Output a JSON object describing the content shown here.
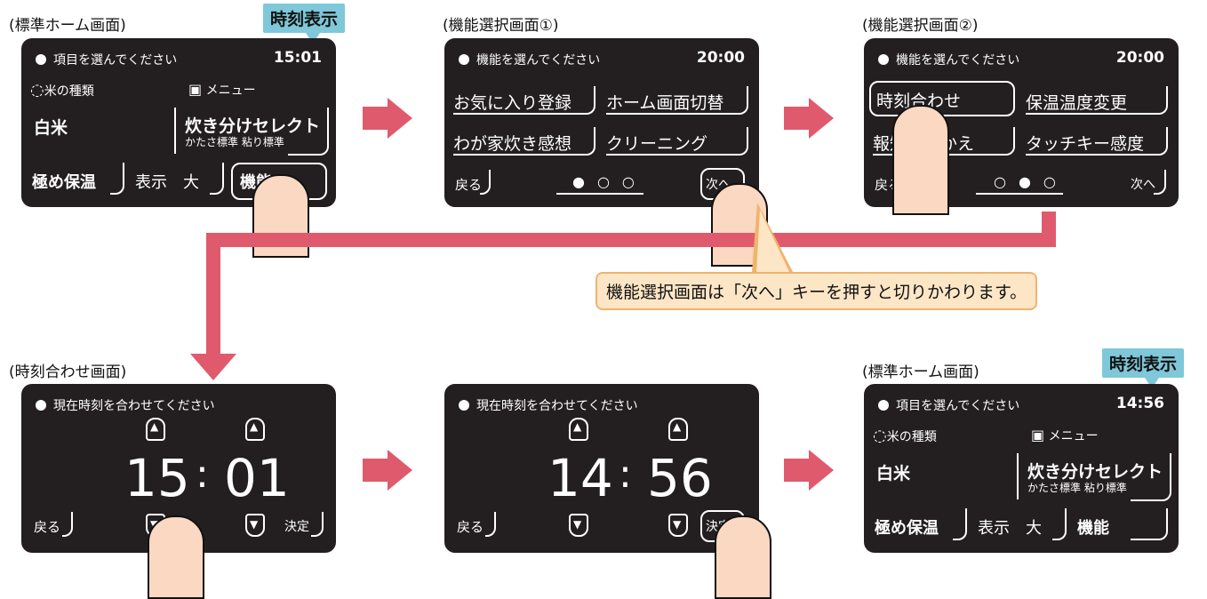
{
  "panels": {
    "home1": {
      "caption": "(標準ホーム画面)",
      "header": "項目を選んでください",
      "time": "15:01",
      "rice_label": "米の種類",
      "menu_label": "メニュー",
      "rice": "白米",
      "select": "炊き分けセレクト",
      "select_sub": "かたさ標準 粘り標準",
      "keep": "極め保温",
      "display": "表示　大",
      "func": "機能"
    },
    "func1": {
      "caption": "(機能選択画面①)",
      "header": "機能を選んでください",
      "time": "20:00",
      "b1": "お気に入り登録",
      "b2": "ホーム画面切替",
      "b3": "わが家炊き感想",
      "b4": "クリーニング",
      "back": "戻る",
      "next": "次へ"
    },
    "func2": {
      "caption": "(機能選択画面②)",
      "header": "機能を選んでください",
      "time": "20:00",
      "b1": "時刻合わせ",
      "b2": "保温温度変更",
      "b3": "報知切りかえ",
      "b4": "タッチキー感度",
      "back": "戻る",
      "next": "次へ"
    },
    "clock1": {
      "caption": "(時刻合わせ画面)",
      "header": "現在時刻を合わせてください",
      "hh": "15",
      "mm": "01",
      "back": "戻る",
      "ok": "決定"
    },
    "clock2": {
      "header": "現在時刻を合わせてください",
      "hh": "14",
      "mm": "56",
      "back": "戻る",
      "ok": "決定"
    },
    "home2": {
      "caption": "(標準ホーム画面)",
      "header": "項目を選んでください",
      "time": "14:56",
      "rice_label": "米の種類",
      "menu_label": "メニュー",
      "rice": "白米",
      "select": "炊き分けセレクト",
      "select_sub": "かたさ標準 粘り標準",
      "keep": "極め保温",
      "display": "表示　大",
      "func": "機能"
    }
  },
  "labels": {
    "time_display": "時刻表示",
    "callout": "機能選択画面は「次へ」キーを押すと切りかわります。",
    "colon": ":"
  },
  "colors": {
    "arrow": "#e05a6e",
    "screen": "#231f20",
    "pill": "#7ec8d9",
    "callout_bg": "#fde6c6"
  }
}
